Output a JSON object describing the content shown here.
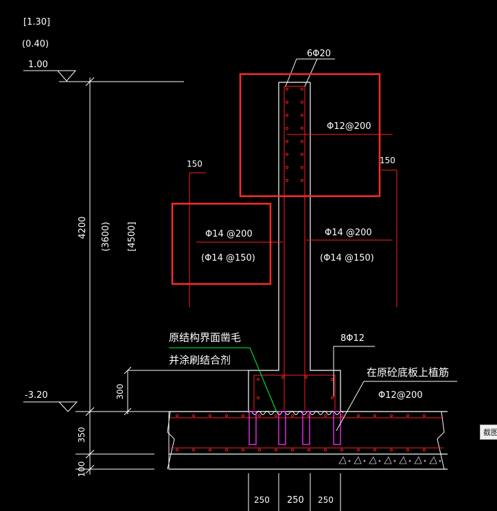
{
  "levels": {
    "top_bracket": "[1.30]",
    "top_paren": "(0.40)",
    "top": "1.00",
    "bottom": "-3.20"
  },
  "dimensions": {
    "height_main": "4200",
    "height_paren": "(3600)",
    "height_bracket": "[4500]",
    "curb": "300",
    "slab": "350",
    "blinding": "100",
    "offset_left": "150",
    "offset_right": "150",
    "bottom_spans": [
      "250",
      "250",
      "250"
    ]
  },
  "rebar": {
    "top_bars": "6Φ20",
    "wall_upper": "Φ12@200",
    "wall_left_main": "Φ14 @200",
    "wall_left_alt": "(Φ14 @150)",
    "wall_right_main": "Φ14 @200",
    "wall_right_alt": "(Φ14 @150)",
    "curb_bars": "8Φ12",
    "dowel": "Φ12@200"
  },
  "notes": {
    "interface_line1": "原结构界面凿毛",
    "interface_line2": "并涂刷结合剂",
    "dowel_note": "在原砼底板上植筋"
  },
  "ui": {
    "crop_tab": "截图"
  },
  "colors": {
    "background": "#000000",
    "line": "#ffffff",
    "rebar": "#ff2020",
    "highlight_box": "#ff2a2a",
    "leader_green": "#00ff3a",
    "dowel_magenta": "#ff33ff"
  }
}
